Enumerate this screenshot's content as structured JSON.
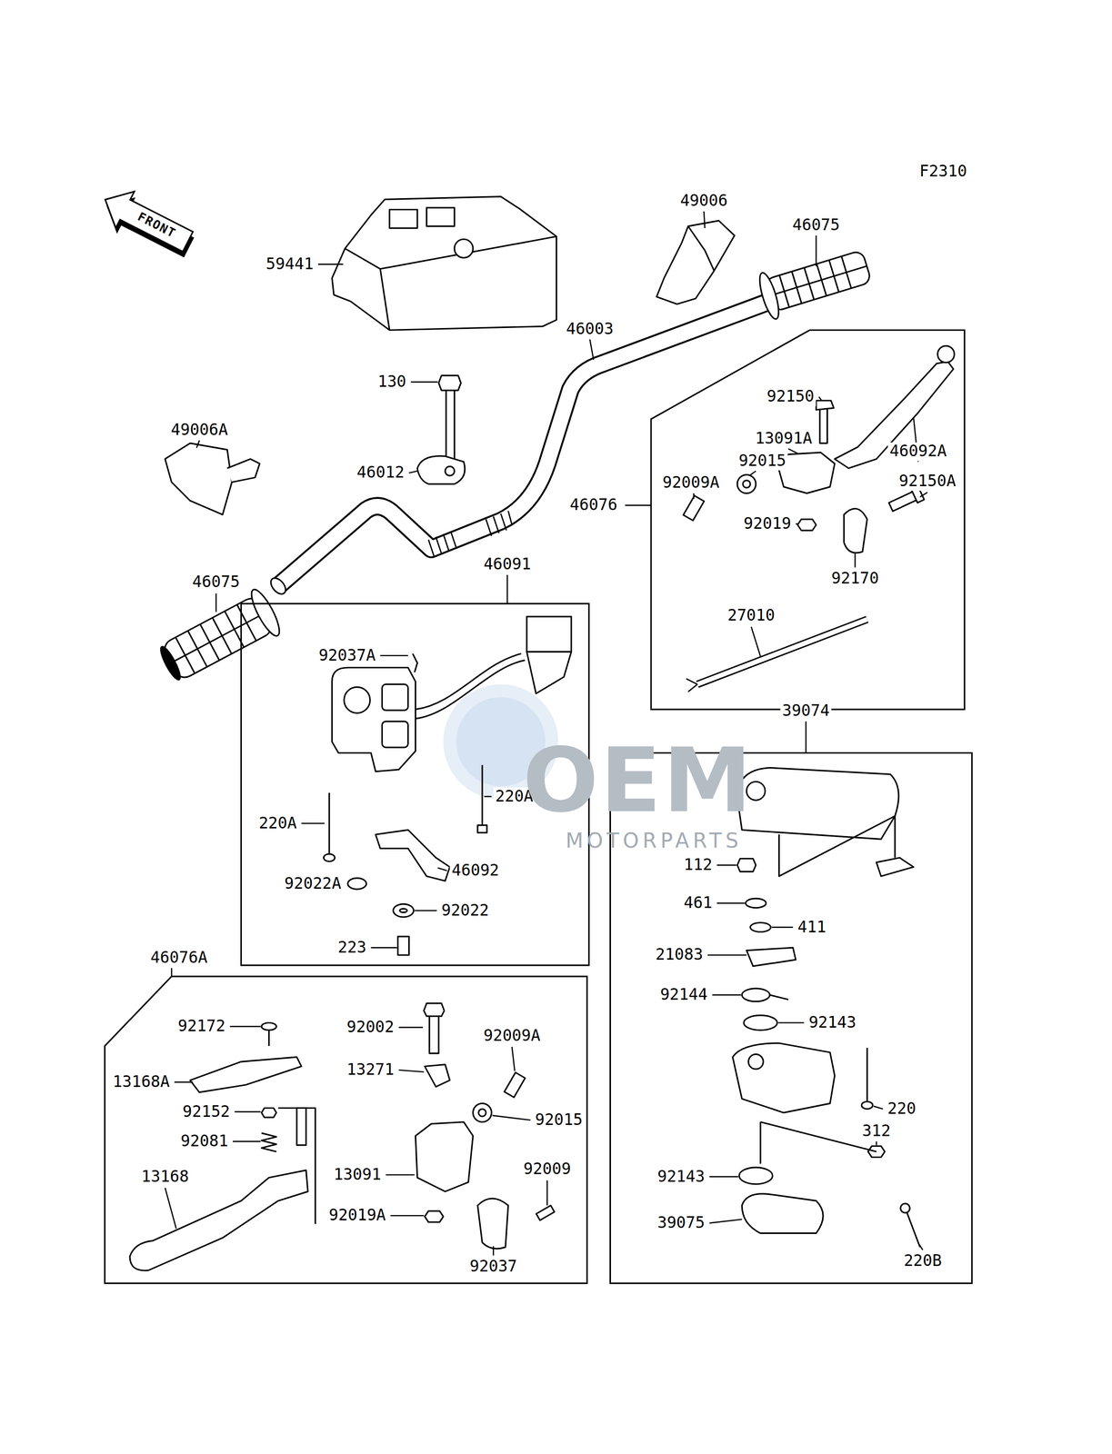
{
  "diagram": {
    "nodes": [
      {
        "text": [
          "FRONT"
        ]
      },
      {
        "text": [
          "46076"
        ]
      },
      {
        "text": [
          "46091"
        ]
      },
      {
        "text": [
          "39074"
        ]
      },
      {
        "text": [
          "46076A"
        ]
      }
    ],
    "labels": [
      "F2310",
      "49006",
      "46075",
      "59441",
      "46003",
      "130",
      "92150",
      "49006A",
      "13091A",
      "46092A",
      "92015",
      "46012",
      "92009A",
      "92150A",
      "92019",
      "92170",
      "46075",
      "27010",
      "92037A",
      "220A",
      "220A",
      "112",
      "46092",
      "92022A",
      "461",
      "92022",
      "411",
      "223",
      "21083",
      "92144",
      "92143",
      "92172",
      "92002",
      "92009A",
      "13271",
      "13168A",
      "92152",
      "220",
      "92015",
      "312",
      "92081",
      "92009",
      "13091",
      "13168",
      "92143",
      "92019A",
      "39075",
      "220B",
      "92037",
      "OEM",
      "MOTORPARTS"
    ]
  }
}
